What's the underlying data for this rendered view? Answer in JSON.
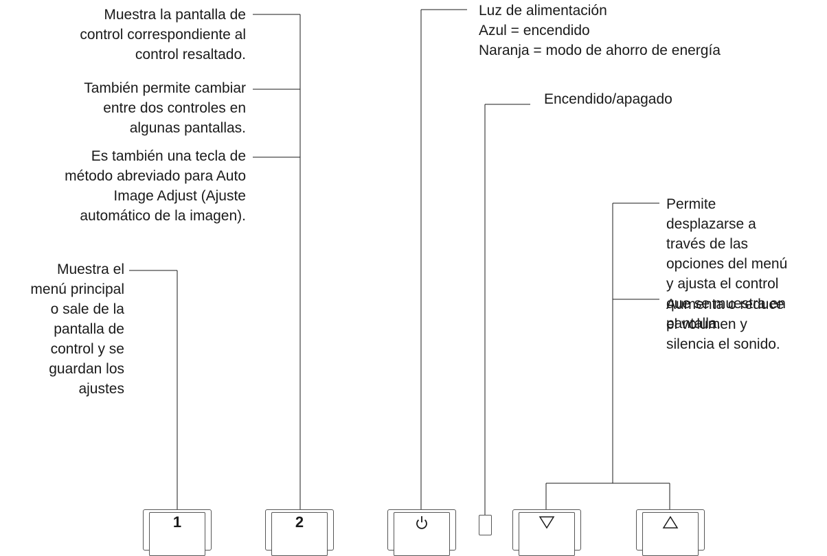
{
  "annotations": {
    "control_screen": [
      "Muestra la pantalla de",
      "control correspondiente al",
      "control resaltado."
    ],
    "switch_controls": [
      "También permite cambiar",
      "entre dos controles en",
      "algunas pantallas."
    ],
    "shortcut": [
      "Es también una tecla de",
      "método abreviado para Auto",
      "Image Adjust (Ajuste",
      "automático de la imagen)."
    ],
    "main_menu": [
      "Muestra el",
      "menú principal",
      "o sale de la",
      "pantalla de",
      "control y se",
      "guardan los",
      "ajustes"
    ],
    "power_light": [
      "Luz de alimentación",
      "Azul = encendido",
      "Naranja = modo de ahorro de energía"
    ],
    "power_switch": "Encendido/apagado",
    "navigate": [
      "Permite",
      "desplazarse a",
      "través de las",
      "opciones del menú",
      "y ajusta el control",
      "que se muestra en",
      "pantalla."
    ],
    "volume": [
      "Aumenta o reduce",
      "el volumen y",
      "silencia el sonido."
    ]
  },
  "buttons": {
    "button_1": "1",
    "button_2": "2",
    "power_icon": "power-icon",
    "down_icon": "triangle-down-icon",
    "up_icon": "triangle-up-icon"
  },
  "colors": {
    "line": "#1a1a1a",
    "button_border": "#555555"
  }
}
